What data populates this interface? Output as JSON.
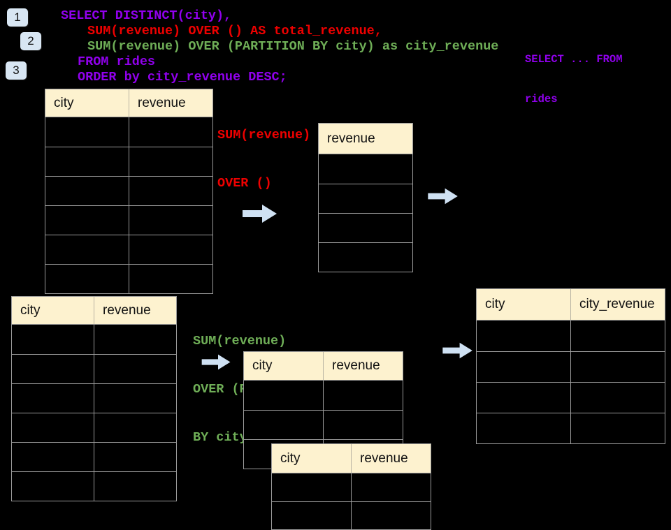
{
  "badges": {
    "one": "1",
    "two": "2",
    "three": "3"
  },
  "sql": {
    "line1": "SELECT DISTINCT(city),",
    "line2": "SUM(revenue) OVER () AS total_revenue,",
    "line3": "SUM(revenue) OVER (PARTITION BY city) as city_revenue",
    "line4": "FROM rides",
    "line5": "ORDER by city_revenue DESC;",
    "side_line1": "SELECT ... FROM",
    "side_line2": "rides"
  },
  "labels": {
    "total": {
      "line1": "SUM(revenue)",
      "line2": "OVER ()"
    },
    "partition": {
      "line1": "SUM(revenue)",
      "line2": "OVER (PARTITION",
      "line3": "BY city)"
    }
  },
  "tables": {
    "source_top": {
      "headers": [
        "city",
        "revenue"
      ],
      "rows": 6
    },
    "total_result": {
      "headers": [
        "revenue"
      ],
      "rows": 4
    },
    "source_bottom": {
      "headers": [
        "city",
        "revenue"
      ],
      "rows": 6
    },
    "partition_back": {
      "headers": [
        "city",
        "revenue"
      ],
      "rows": 3
    },
    "partition_front": {
      "headers": [
        "city",
        "revenue"
      ],
      "rows": 2
    },
    "final_result": {
      "headers": [
        "city",
        "city_revenue"
      ],
      "rows": 4
    }
  },
  "icons": {
    "arrow_right": "right-block-arrow"
  },
  "colors": {
    "background": "#000000",
    "sql_purple": "#9000ec",
    "sql_red": "#ee0000",
    "sql_green": "#6fae57",
    "table_header_fill": "#fdf2cf",
    "table_border": "#9b9b9b",
    "arrow_fill": "#cfe1f3",
    "badge_fill": "#d8e6f3"
  }
}
